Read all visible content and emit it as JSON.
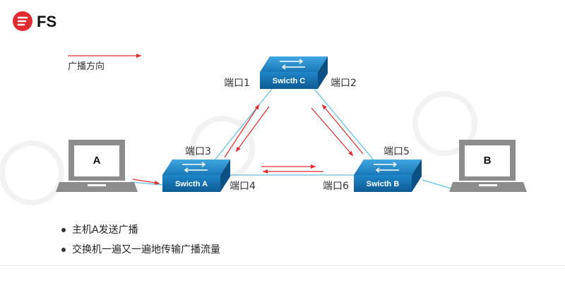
{
  "logo": {
    "text": "FS",
    "brand_color": "#e02b30"
  },
  "legend": {
    "label": "广播方向",
    "arrow_color": "#e02b30"
  },
  "switches": {
    "c": {
      "label": "Swicth C"
    },
    "a": {
      "label": "Swicth A"
    },
    "b": {
      "label": "Swicth B"
    }
  },
  "hosts": {
    "a": {
      "label": "A"
    },
    "b": {
      "label": "B"
    }
  },
  "ports": {
    "p1": "端口1",
    "p2": "端口2",
    "p3": "端口3",
    "p4": "端口4",
    "p5": "端口5",
    "p6": "端口6"
  },
  "bullets": [
    "主机A发送广播",
    "交换机一遍又一遍地传输广播流量"
  ],
  "colors": {
    "link": "#5bc0de",
    "switch_blue": "#1a78b8",
    "pc_gray": "#8c8c8c"
  }
}
